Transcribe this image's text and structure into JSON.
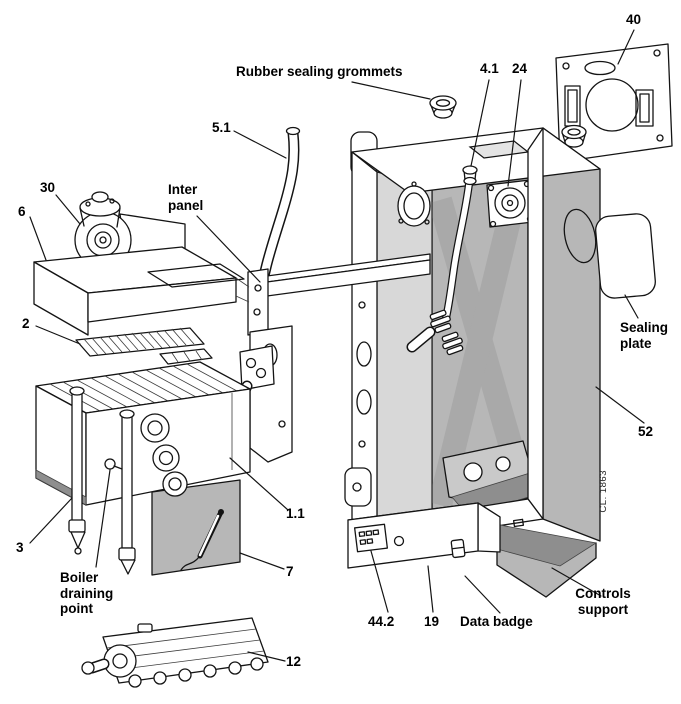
{
  "figure": {
    "kind": "exploded-boiler-parts-diagram",
    "drawing_code": "CL. 1863"
  },
  "labels": {
    "plate40": "40",
    "grommets": "Rubber sealing grommets",
    "p4_1": "4.1",
    "p24": "24",
    "p5_1": "5.1",
    "p30": "30",
    "p6": "6",
    "inter_panel": "Inter\npanel",
    "p2": "2",
    "sealing_plate": "Sealing\nplate",
    "p52": "52",
    "p1_1": "1.1",
    "p3": "3",
    "draining_point": "Boiler\ndraining\npoint",
    "p7": "7",
    "p12": "12",
    "p44_2": "44.2",
    "p19": "19",
    "data_badge": "Data badge",
    "controls_support": "Controls\nsupport"
  }
}
